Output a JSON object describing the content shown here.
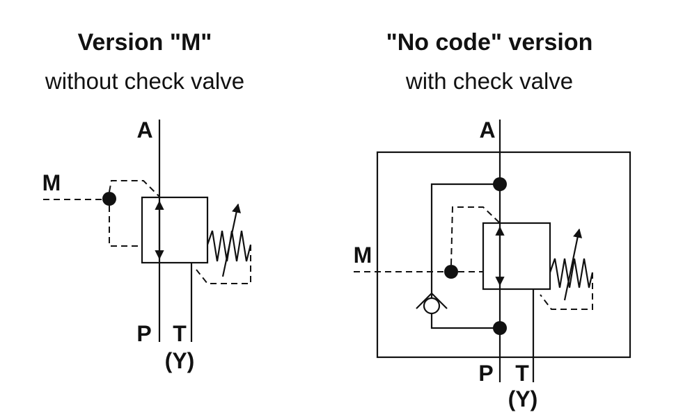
{
  "left": {
    "title": "Version \"M\"",
    "subtitle": "without check valve",
    "ports": {
      "a": "A",
      "m": "M",
      "p": "P",
      "t": "T",
      "y": "(Y)"
    }
  },
  "right": {
    "title": "\"No code\" version",
    "subtitle": "with check valve",
    "ports": {
      "a": "A",
      "m": "M",
      "p": "P",
      "t": "T",
      "y": "(Y)"
    }
  }
}
